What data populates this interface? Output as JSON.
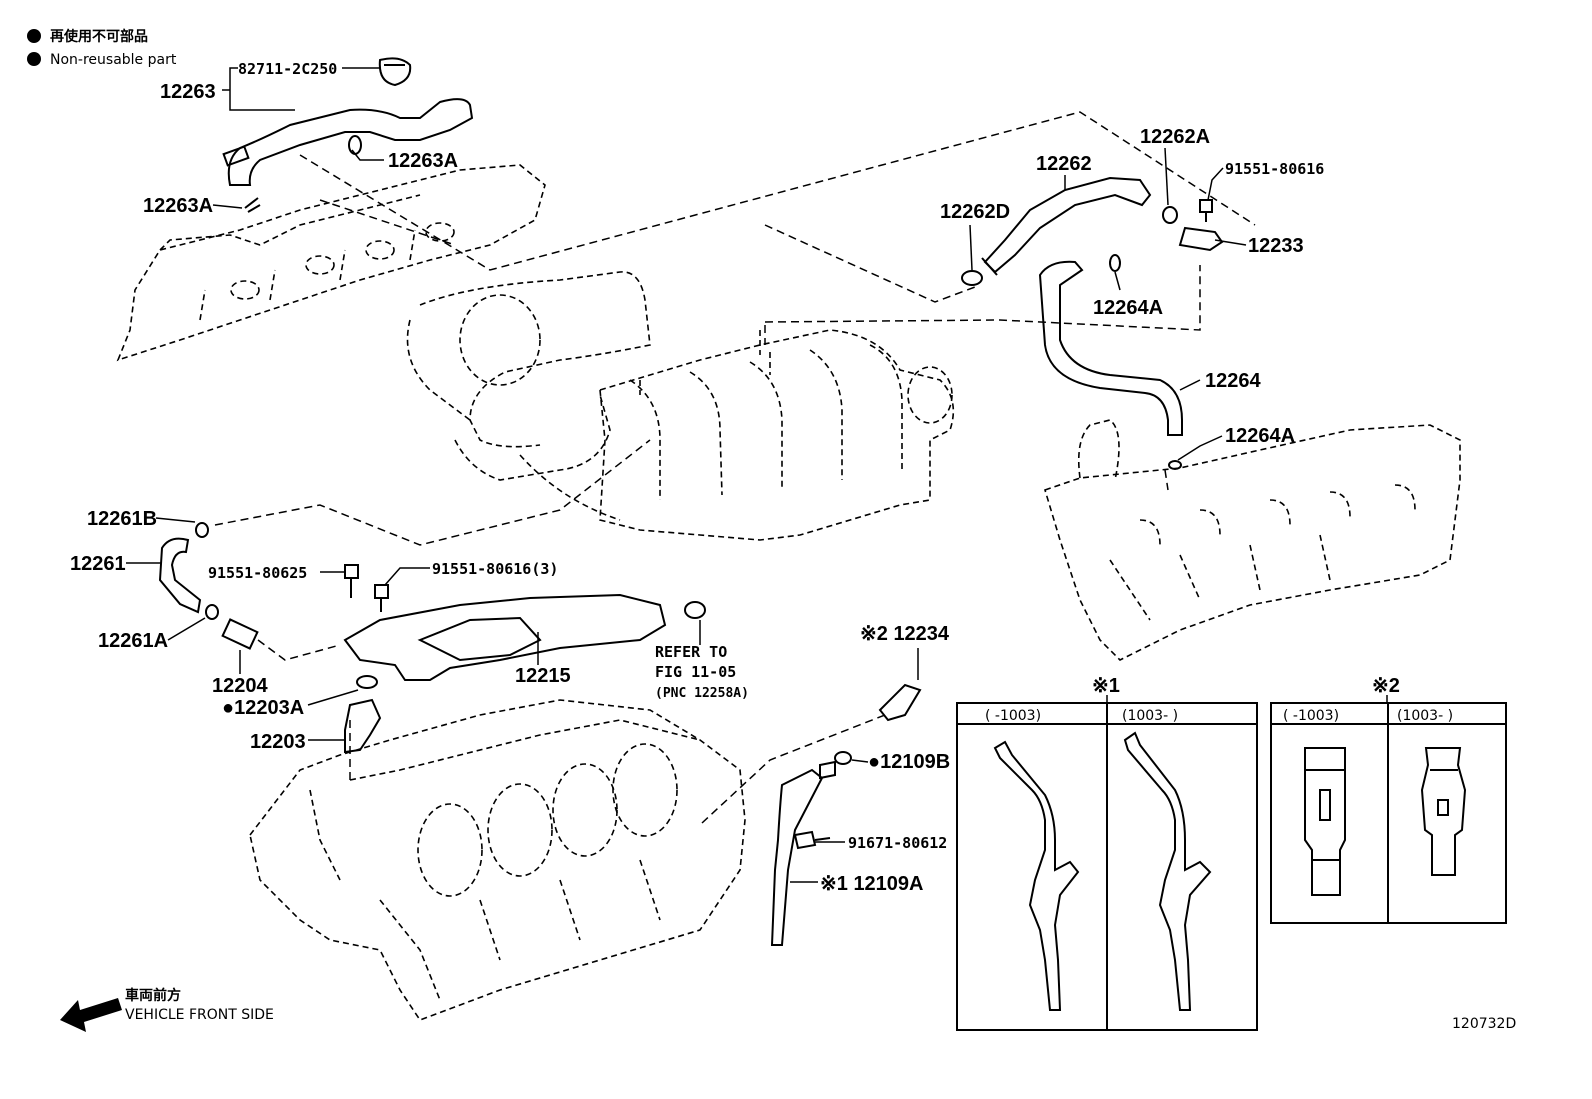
{
  "legend": {
    "jp": "再使用不可部品",
    "en": "Non-reusable part"
  },
  "labels": {
    "p82711": "82711-2C250",
    "p12263": "12263",
    "p12263A_1": "12263A",
    "p12263A_2": "12263A",
    "p12262A": "12262A",
    "p12262": "12262",
    "p91551_80616": "91551-80616",
    "p12262D": "12262D",
    "p12233": "12233",
    "p12264A_1": "12264A",
    "p12264": "12264",
    "p12264A_2": "12264A",
    "p12261B": "12261B",
    "p12261": "12261",
    "p91551_80625": "91551-80625",
    "p91551_80616_3": "91551-80616(3)",
    "p12261A": "12261A",
    "p12204": "12204",
    "p12215": "12215",
    "ref_1": "REFER TO",
    "ref_2": "FIG 11-05",
    "ref_3": "(PNC 12258A)",
    "p12203A": "●12203A",
    "p12203": "12203",
    "p12234": "※2 12234",
    "p12109B": "●12109B",
    "p91671": "91671-80612",
    "p12109A": "※1 12109A"
  },
  "insets": {
    "inset1": {
      "mark": "※1",
      "col1": "(     -1003)",
      "col2": "(1003-     )"
    },
    "inset2": {
      "mark": "※2",
      "col1": "(     -1003)",
      "col2": "(1003-     )"
    }
  },
  "front": {
    "jp": "車両前方",
    "en": "VEHICLE FRONT SIDE"
  },
  "figure_id": "120732D"
}
